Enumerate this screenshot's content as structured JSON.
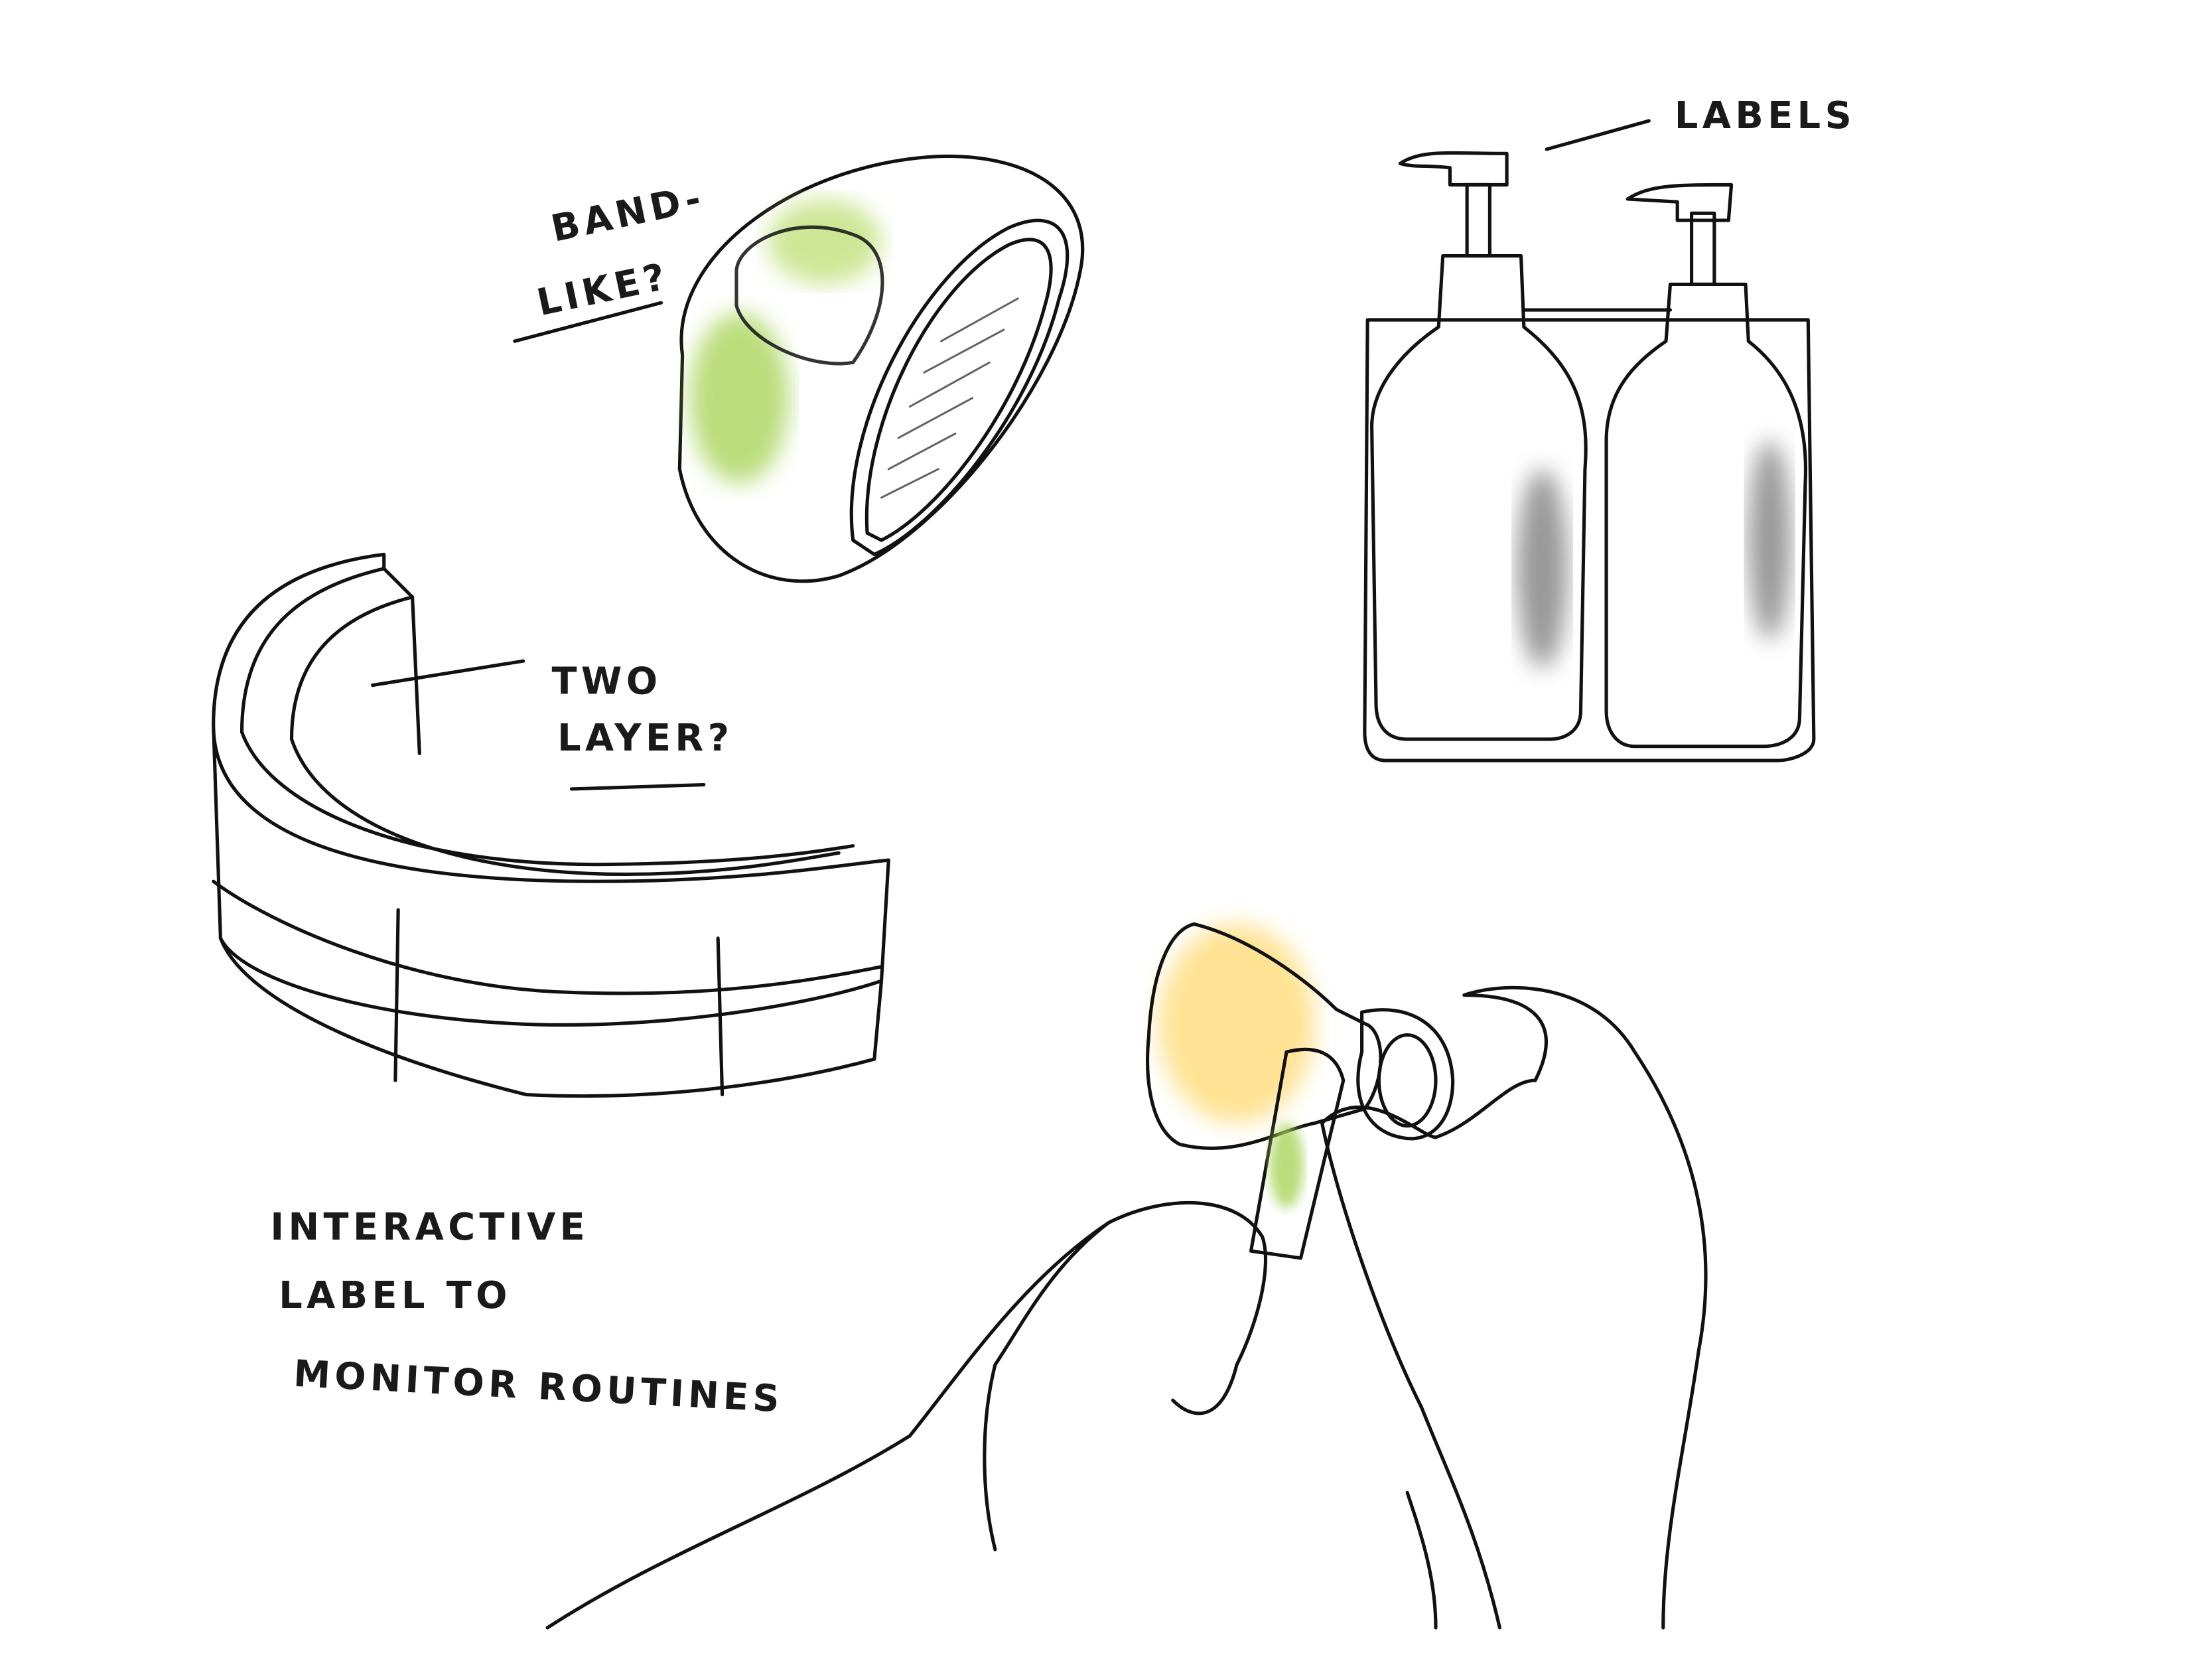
{
  "annotations": {
    "band_line1": "BAND-",
    "band_line2": "LIKE?",
    "labels": "LABELS",
    "two_layer_line1": "TWO",
    "two_layer_line2": "LAYER?",
    "interactive_line1": "INTERACTIVE",
    "interactive_line2": "LABEL   TO",
    "interactive_line3": "MONITOR  ROUTINES"
  },
  "colors": {
    "orange": "#f4a52a",
    "lime": "#a9d45a",
    "grey": "#d9d9d9",
    "dark_grey": "#777777",
    "yellow": "#ffd970"
  }
}
